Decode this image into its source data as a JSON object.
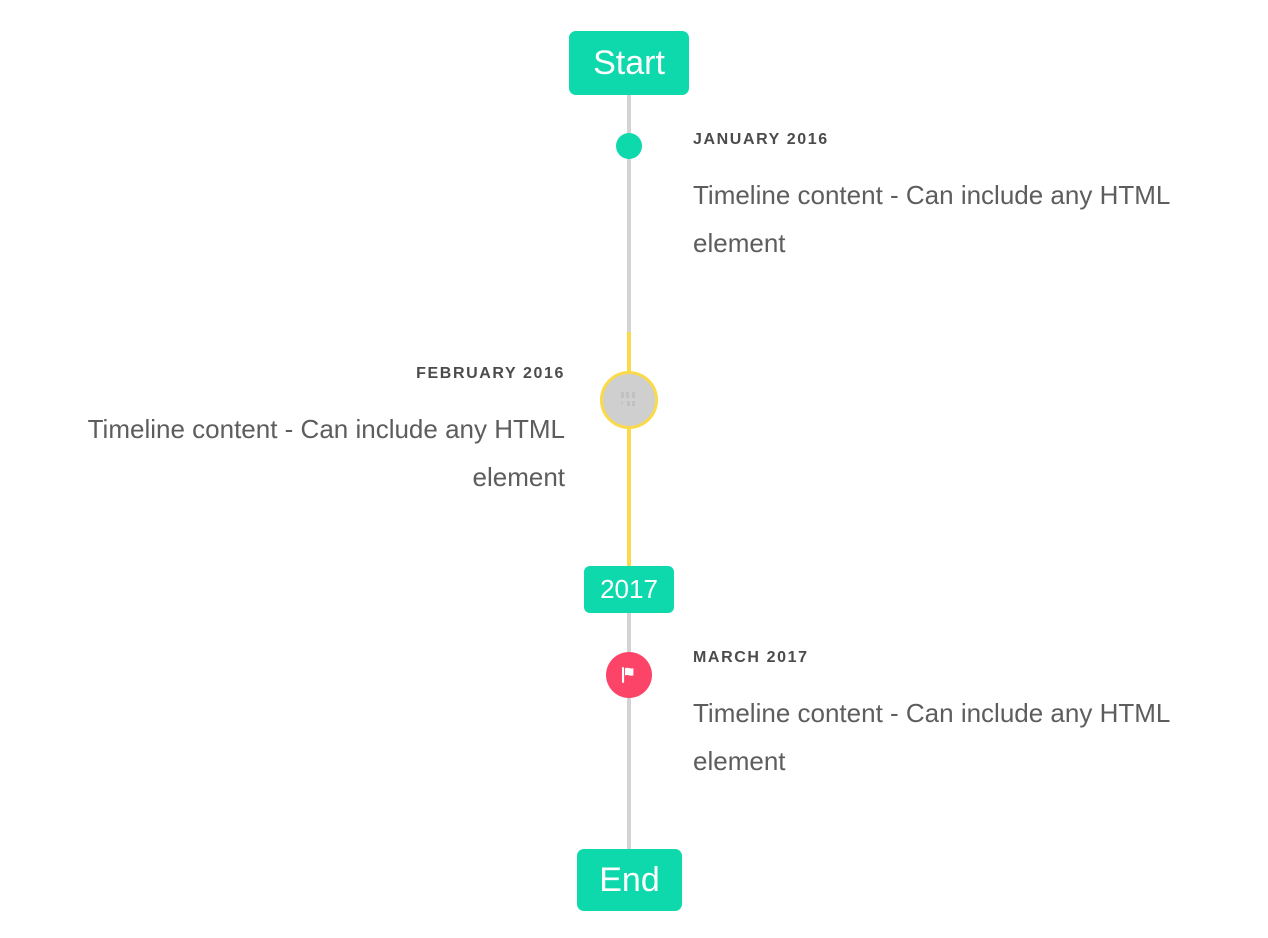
{
  "timeline": {
    "start_label": "Start",
    "end_label": "End",
    "year_label": "2017",
    "colors": {
      "accent": "#0ed9ac",
      "line": "#d3d3d3",
      "highlight": "#fada4a",
      "flag_marker": "#fc4468",
      "image_marker": "#cfcfcf",
      "date_text": "#4b4b4b",
      "body_text": "#5d5d5d"
    },
    "entries": [
      {
        "id": "january-2016",
        "date": "JANUARY 2016",
        "body": "Timeline content - Can include any HTML element",
        "side": "right",
        "marker": "dot-icon"
      },
      {
        "id": "february-2016",
        "date": "FEBRUARY 2016",
        "body": "Timeline content - Can include any HTML element",
        "side": "left",
        "marker": "broken-image-icon"
      },
      {
        "id": "march-2017",
        "date": "MARCH 2017",
        "body": "Timeline content - Can include any HTML element",
        "side": "right",
        "marker": "flag-icon"
      }
    ]
  }
}
